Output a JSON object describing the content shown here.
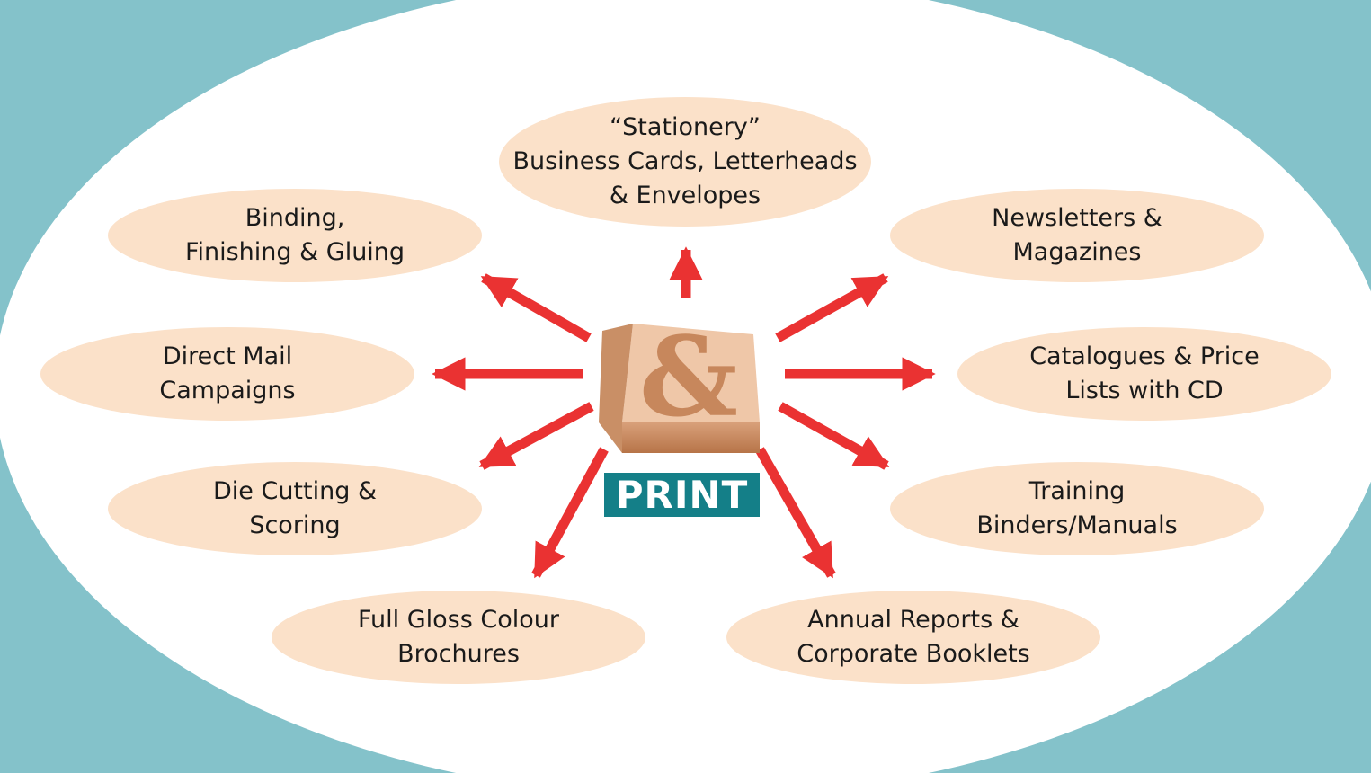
{
  "colors": {
    "background": "#84c2ca",
    "ellipse": "#ffffff",
    "bubble": "#fbe1c9",
    "arrow": "#ea3232",
    "block_light": "#e6b38e",
    "block_dark": "#b77448",
    "print_badge": "#147f88"
  },
  "center": {
    "icon": "ampersand-print-block-icon",
    "glyph": "&",
    "label": "PRINT"
  },
  "services": [
    {
      "id": "stationery",
      "lines": [
        "“Stationery”",
        "Business Cards, Letterheads",
        "& Envelopes"
      ]
    },
    {
      "id": "binding",
      "lines": [
        "Binding,",
        "Finishing & Gluing"
      ]
    },
    {
      "id": "newsletters",
      "lines": [
        "Newsletters &",
        "Magazines"
      ]
    },
    {
      "id": "direct-mail",
      "lines": [
        "Direct Mail",
        "Campaigns"
      ]
    },
    {
      "id": "catalogues",
      "lines": [
        "Catalogues & Price",
        "Lists with CD"
      ]
    },
    {
      "id": "die-cutting",
      "lines": [
        "Die Cutting &",
        "Scoring"
      ]
    },
    {
      "id": "training",
      "lines": [
        "Training",
        "Binders/Manuals"
      ]
    },
    {
      "id": "brochures",
      "lines": [
        "Full Gloss Colour",
        "Brochures"
      ]
    },
    {
      "id": "annual-reports",
      "lines": [
        "Annual Reports &",
        "Corporate Booklets"
      ]
    }
  ]
}
